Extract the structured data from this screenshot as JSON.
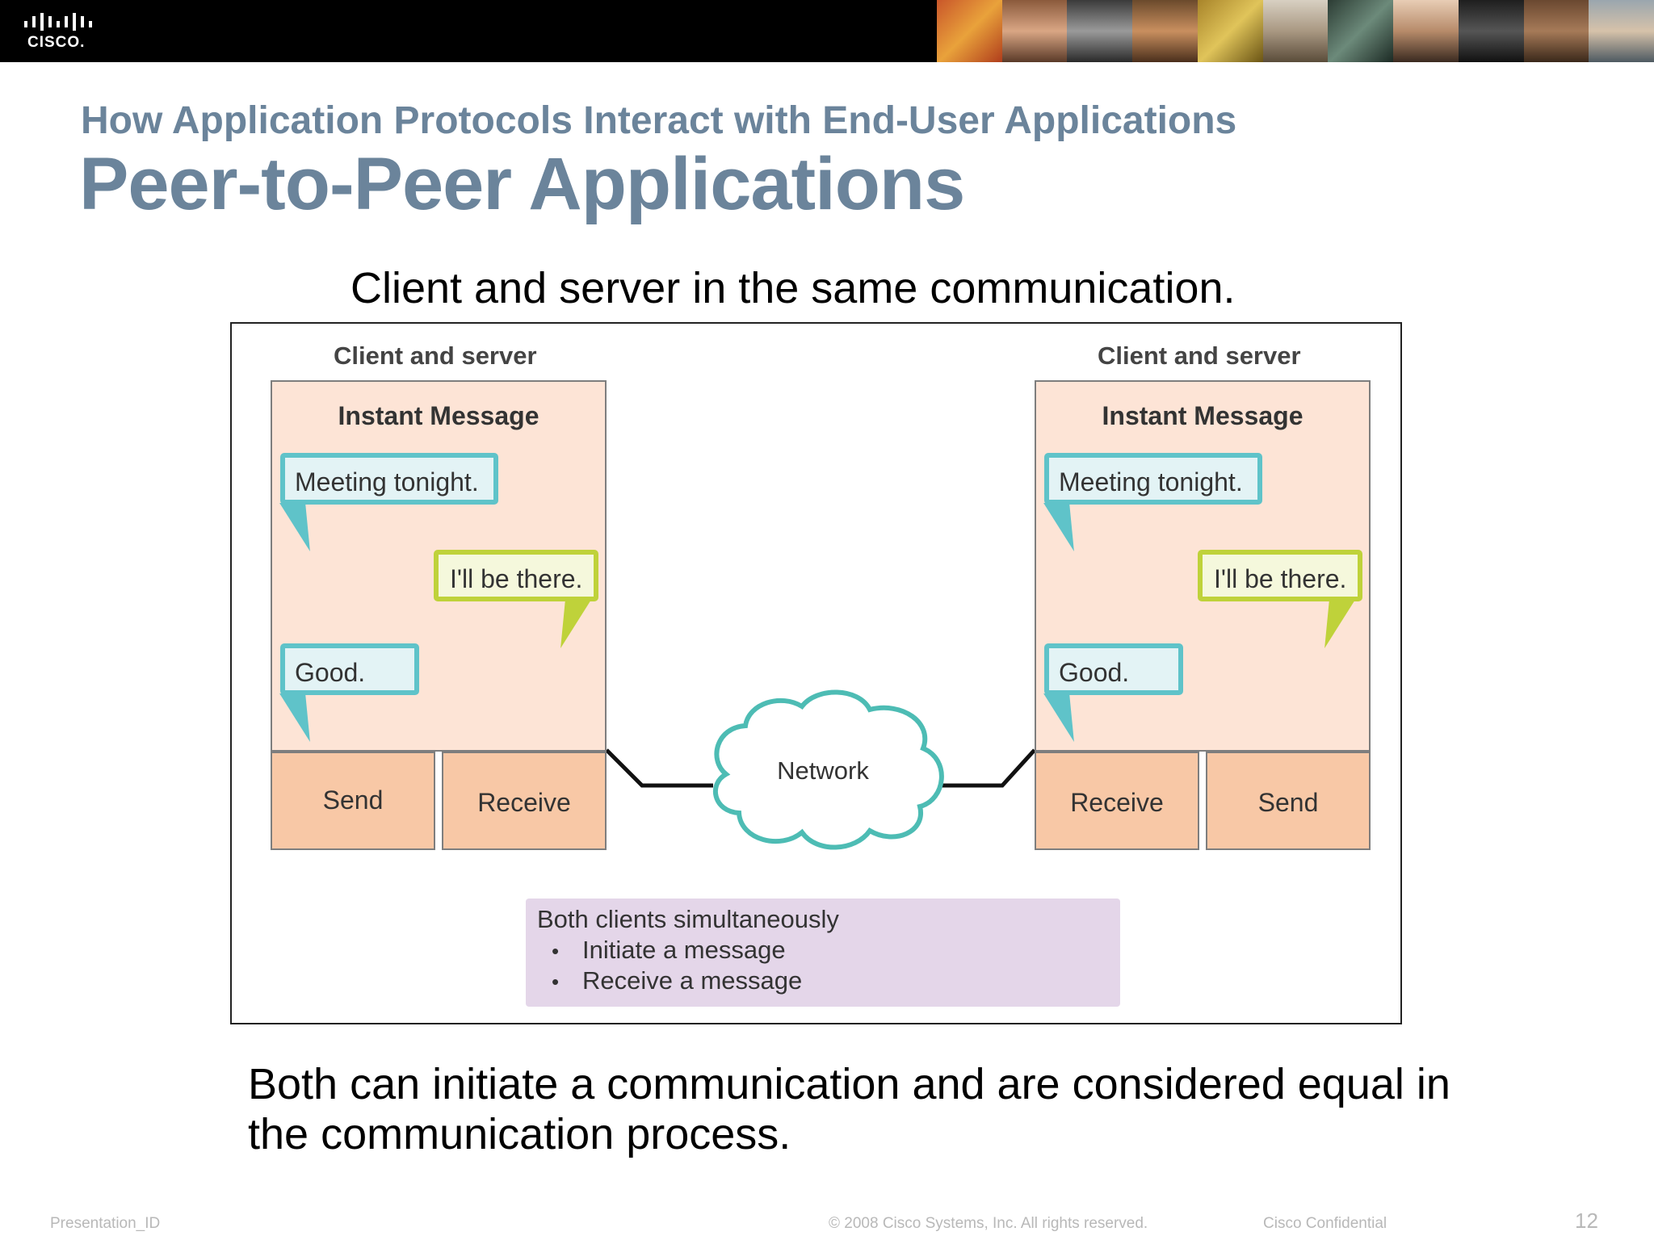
{
  "header": {
    "logo_text": "CISCO."
  },
  "slide": {
    "subtitle": "How Application Protocols Interact with End-User Applications",
    "title": "Peer-to-Peer Applications",
    "caption_top": "Client and server in the same communication.",
    "caption_bottom": "Both can initiate a communication and are considered equal in the communication process."
  },
  "diagram": {
    "left_host": {
      "label": "Client and server",
      "app_title": "Instant Message",
      "messages": [
        "Meeting tonight.",
        "I'll be there.",
        "Good."
      ],
      "buttons": [
        "Send",
        "Receive"
      ]
    },
    "right_host": {
      "label": "Client and server",
      "app_title": "Instant Message",
      "messages": [
        "Meeting tonight.",
        "I'll be there.",
        "Good."
      ],
      "buttons": [
        "Receive",
        "Send"
      ]
    },
    "network_label": "Network",
    "note": {
      "heading": "Both clients simultaneously",
      "items": [
        "Initiate a message",
        "Receive a message"
      ]
    },
    "colors": {
      "app_bg": "#fde4d6",
      "button_bg": "#f8c8a6",
      "teal_bubble": "#5fc3c9",
      "lime_bubble": "#bfd23a",
      "cloud_stroke": "#4dbcb4",
      "note_bg": "#e4d6e9"
    }
  },
  "footer": {
    "presentation_id": "Presentation_ID",
    "copyright": "© 2008 Cisco Systems, Inc. All rights reserved.",
    "confidential": "Cisco Confidential",
    "page_number": "12"
  },
  "theme": {
    "title_color": "#6b849b",
    "banner_color": "#000000"
  }
}
